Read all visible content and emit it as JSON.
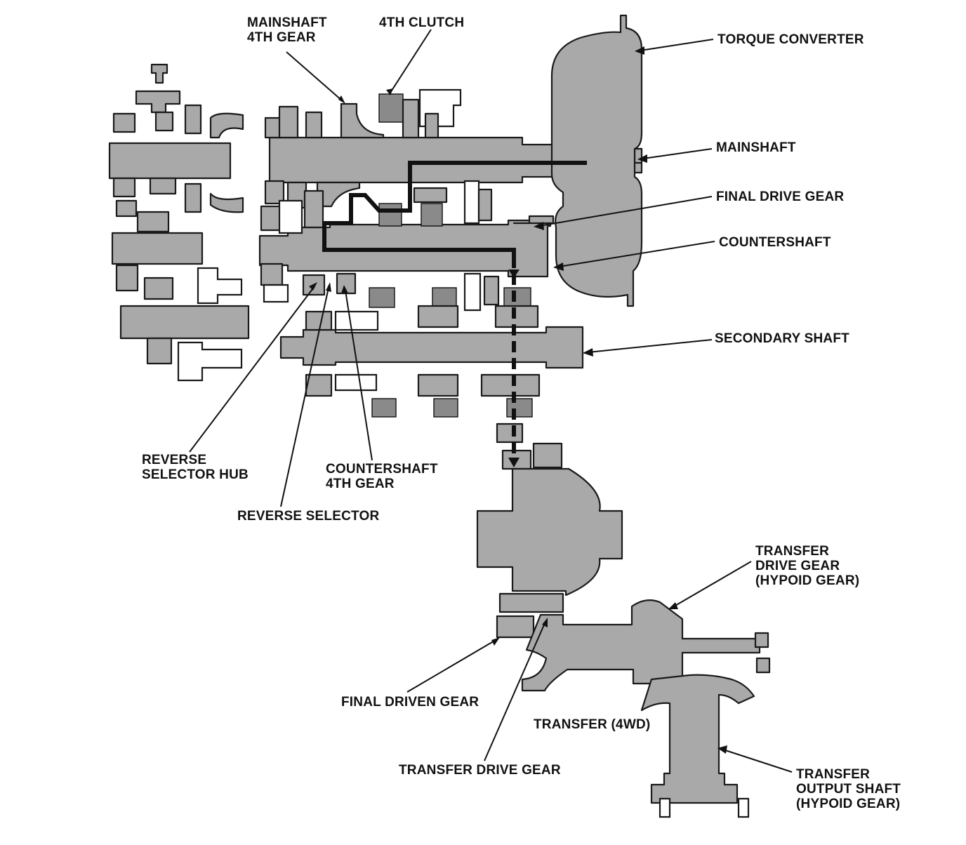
{
  "labels": {
    "mainshaft_4th_gear": "MAINSHAFT\n4TH GEAR",
    "fourth_clutch": "4TH CLUTCH",
    "torque_converter": "TORQUE CONVERTER",
    "mainshaft": "MAINSHAFT",
    "final_drive_gear": "FINAL DRIVE GEAR",
    "countershaft": "COUNTERSHAFT",
    "secondary_shaft": "SECONDARY SHAFT",
    "reverse_selector_hub": "REVERSE\nSELECTOR HUB",
    "countershaft_4th_gear": "COUNTERSHAFT\n4TH GEAR",
    "reverse_selector": "REVERSE SELECTOR",
    "transfer_drive_gear_hypoid": "TRANSFER\nDRIVE GEAR\n(HYPOID GEAR)",
    "final_driven_gear": "FINAL DRIVEN GEAR",
    "transfer_4wd": "TRANSFER (4WD)",
    "transfer_drive_gear": "TRANSFER DRIVE GEAR",
    "transfer_output_shaft": "TRANSFER\nOUTPUT SHAFT\n(HYPOID GEAR)"
  },
  "colors": {
    "part_fill": "#a9a9a9",
    "outline": "#1a1a1a",
    "power_flow": "#111111"
  }
}
